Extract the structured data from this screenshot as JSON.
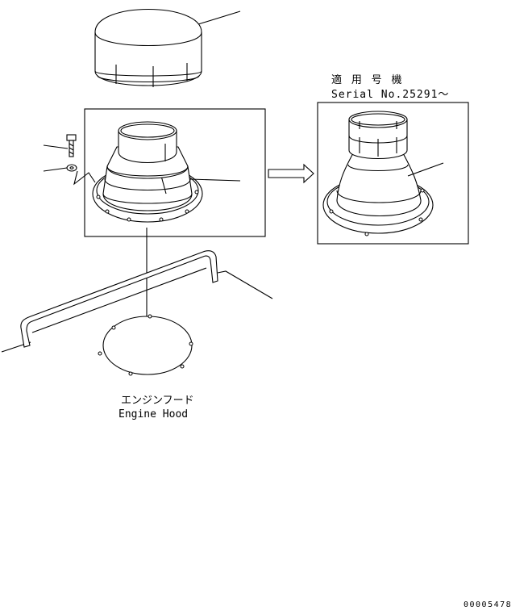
{
  "labels": {
    "applicable_jp": "適 用 号 機",
    "serial": "Serial No.25291〜",
    "hood_jp": "エンジンフード",
    "hood_en": "Engine Hood",
    "drawing_number": "00005478"
  },
  "icons": {
    "arrow": "hollow-right-arrow-icon"
  }
}
